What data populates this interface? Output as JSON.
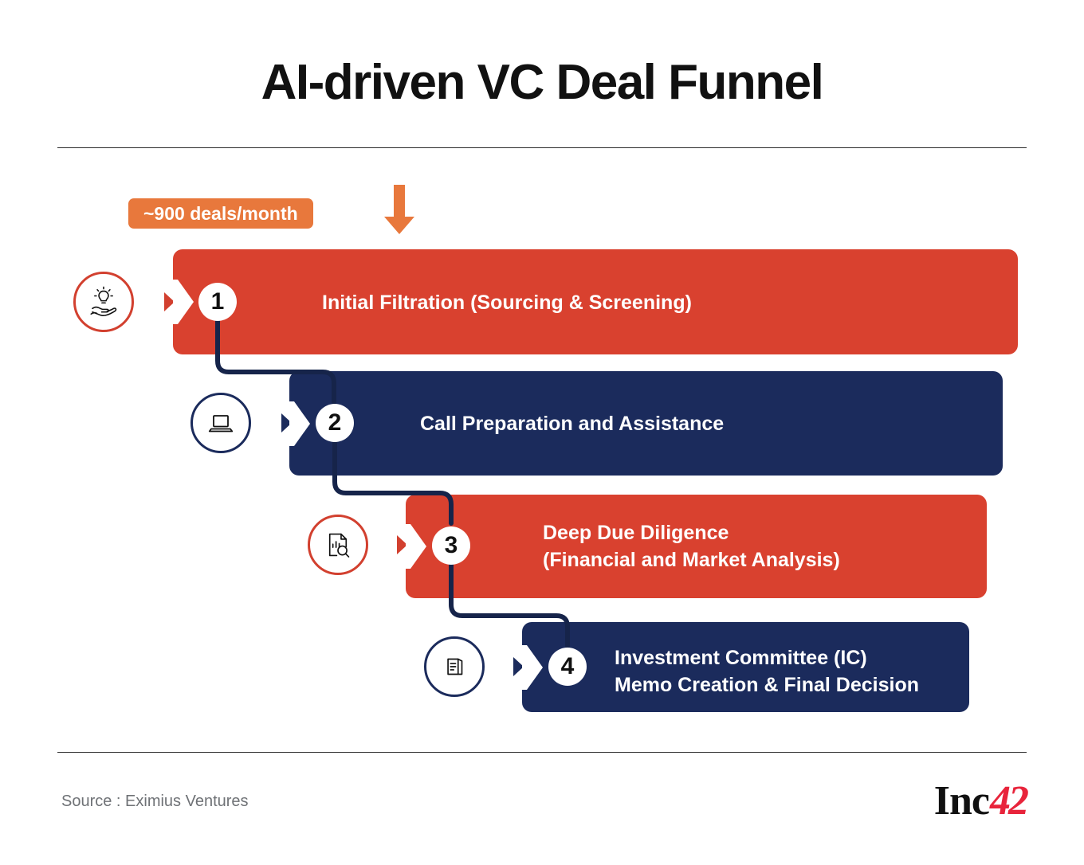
{
  "title": "AI-driven VC Deal Funnel",
  "badge": {
    "label": "~900 deals/month",
    "color": "#e8783c",
    "arrow_icon": "down-arrow-icon"
  },
  "colors": {
    "red": "#d9412f",
    "navy": "#1b2b5c",
    "orange": "#e8783c",
    "background": "#ffffff",
    "title": "#111111",
    "source_text": "#6f7276",
    "logo_accent": "#e8243b"
  },
  "steps": [
    {
      "number": "1",
      "label": "Initial Filtration (Sourcing & Screening)",
      "color": "red",
      "icon": "lightbulb-in-hand-icon"
    },
    {
      "number": "2",
      "label": "Call Preparation and Assistance",
      "color": "navy",
      "icon": "laptop-icon"
    },
    {
      "number": "3",
      "label": "Deep Due Diligence\n(Financial and Market Analysis)",
      "color": "red",
      "icon": "document-chart-search-icon"
    },
    {
      "number": "4",
      "label": "Investment Committee (IC)\nMemo Creation & Final Decision",
      "color": "navy",
      "icon": "memo-document-icon"
    }
  ],
  "footer": {
    "source": "Source : Eximius Ventures",
    "logo_primary": "Inc",
    "logo_accent": "42"
  }
}
